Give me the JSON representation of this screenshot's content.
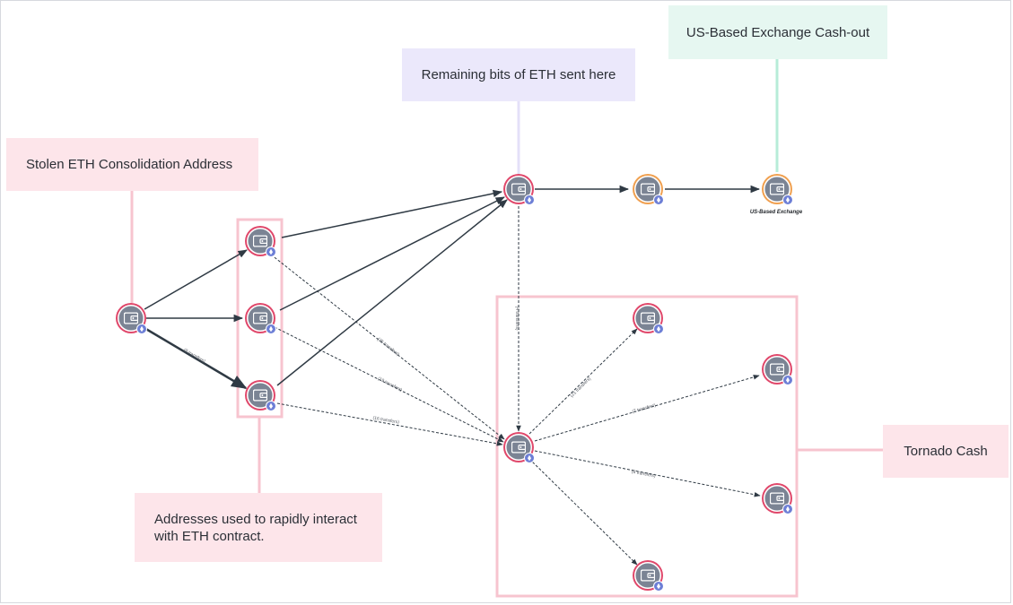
{
  "callouts": {
    "stolen": "Stolen ETH Consolidation Address",
    "addresses": "Addresses used to rapidly interact with ETH contract.",
    "remaining": "Remaining bits of ETH sent here",
    "us_exchange": "US-Based Exchange Cash-out",
    "tornado": "Tornado Cash"
  },
  "node_labels": {
    "us_exchange_node": "US-Based Exchange"
  },
  "edge_labels": {
    "source_to_a3": "(8 transfers)",
    "a1_to_tornado": "(25 transfers)",
    "a2_to_tornado": "(19 transfers)",
    "a3_to_tornado": "(16 transfers)",
    "remaining_to_tornado": "(4 transfers)",
    "tornado_to_t1": "(21 transfers)",
    "tornado_to_t2": "(7 transfers)",
    "tornado_to_t3": "(8 transfers)"
  },
  "colors": {
    "pink_ring": "#e0486b",
    "orange_ring": "#f0a050",
    "node_fill": "#7b8494",
    "eth_badge": "#6d7fd6",
    "pink_callout": "#fde5ea",
    "lavender_callout": "#ebe8fb",
    "mint_callout": "#e6f7f1",
    "tornado_border": "#f7c4cf"
  },
  "icons": {
    "node": "wallet-icon",
    "badge": "ethereum-icon"
  }
}
